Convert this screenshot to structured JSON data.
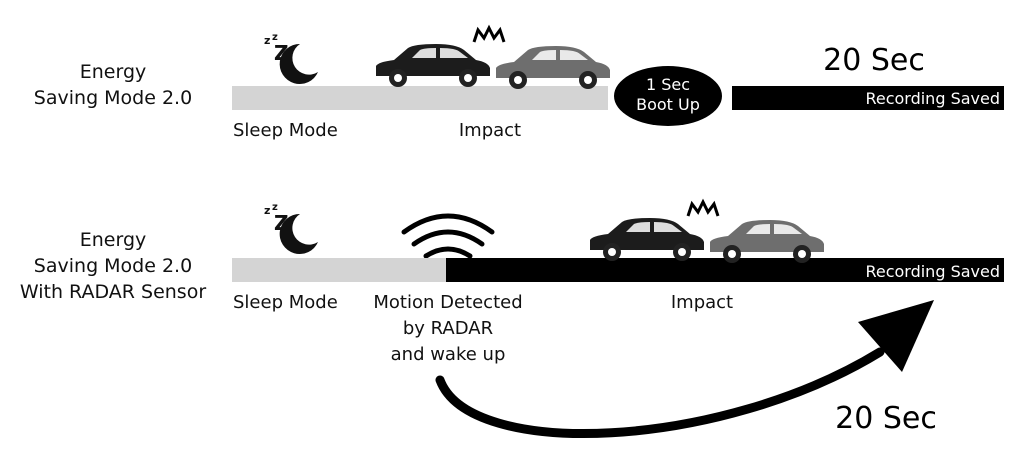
{
  "mode1": {
    "title_line1": "Energy",
    "title_line2": "Saving Mode 2.0",
    "sleep_label": "Sleep Mode",
    "impact_label": "Impact",
    "boot_line1": "1 Sec",
    "boot_line2": "Boot Up",
    "duration": "20 Sec",
    "recording_label": "Recording Saved"
  },
  "mode2": {
    "title_line1": "Energy",
    "title_line2": "Saving Mode 2.0",
    "title_line3": "With RADAR Sensor",
    "sleep_label": "Sleep Mode",
    "motion_line1": "Motion Detected",
    "motion_line2": "by RADAR",
    "motion_line3": "and wake up",
    "impact_label": "Impact",
    "recording_label": "Recording Saved",
    "duration": "20 Sec"
  },
  "icons": {
    "sleep": "moon-zzz-icon",
    "car_front": "car-icon",
    "car_rear": "car-icon",
    "crash": "crash-burst-icon",
    "radar": "radar-wave-icon"
  },
  "colors": {
    "sleep_bar": "#d4d4d4",
    "record_bar": "#000000",
    "car_dark": "#1c1c1c",
    "car_gray": "#6e6e6e"
  }
}
